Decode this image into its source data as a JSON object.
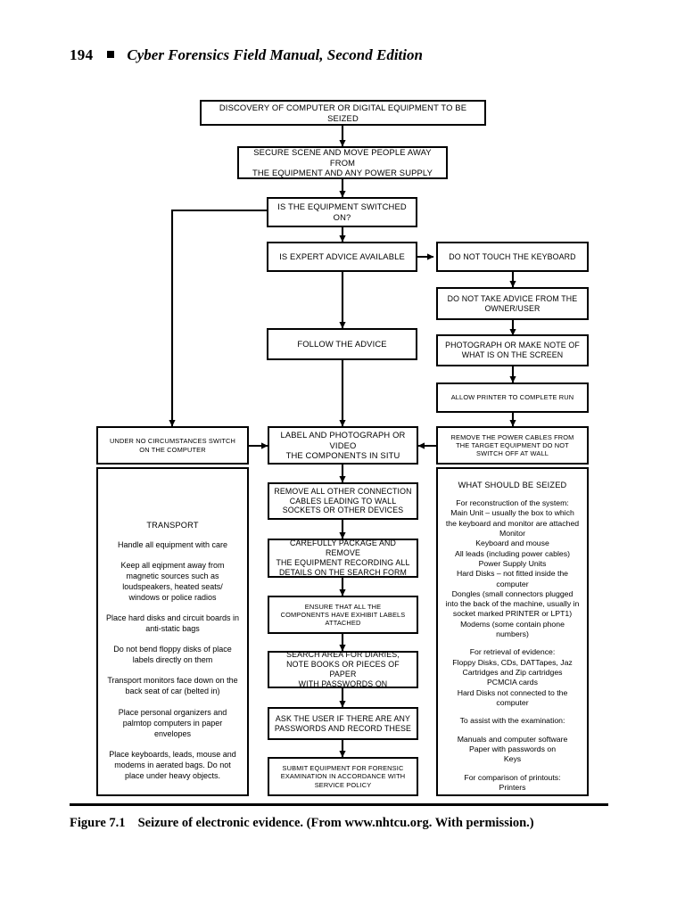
{
  "header": {
    "page_number": "194",
    "bullet": "square-bullet",
    "book_title": "Cyber Forensics Field Manual, Second Edition"
  },
  "caption": {
    "label": "Figure 7.1",
    "text": "Seizure of electronic evidence. (From www.nhtcu.org. With permission.)"
  },
  "chart_data": {
    "type": "flowchart",
    "title": "Seizure of electronic evidence",
    "nodes": [
      {
        "id": "discovery",
        "label": "DISCOVERY OF COMPUTER OR DIGITAL EQUIPMENT TO BE SEIZED"
      },
      {
        "id": "secure",
        "label": "SECURE SCENE AND MOVE PEOPLE AWAY FROM\nTHE EQUIPMENT AND ANY POWER SUPPLY"
      },
      {
        "id": "switched-on",
        "label": "IS THE EQUIPMENT SWITCHED ON?"
      },
      {
        "id": "expert-advice",
        "label": "IS EXPERT ADVICE AVAILABLE"
      },
      {
        "id": "follow-advice",
        "label": "FOLLOW  THE ADVICE"
      },
      {
        "id": "no-touch",
        "label": "DO NOT TOUCH THE KEYBOARD"
      },
      {
        "id": "no-owner",
        "label": "DO NOT TAKE ADVICE FROM THE\nOWNER/USER"
      },
      {
        "id": "photograph",
        "label": "PHOTOGRAPH OR MAKE NOTE OF\nWHAT IS ON THE SCREEN"
      },
      {
        "id": "printer",
        "label": "ALLOW PRINTER TO COMPLETE RUN"
      },
      {
        "id": "power-cables",
        "label": "REMOVE THE POWER CABLES FROM\nTHE TARGET EQUIPMENT DO NOT\nSWITCH OFF AT WALL"
      },
      {
        "id": "no-switch-on",
        "label": "UNDER NO CIRCUMSTANCES SWITCH\nON THE COMPUTER"
      },
      {
        "id": "label-photo",
        "label": "LABEL AND PHOTOGRAPH OR VIDEO\nTHE COMPONENTS IN SITU"
      },
      {
        "id": "remove-cables",
        "label": "REMOVE ALL OTHER CONNECTION\nCABLES LEADING TO WALL\nSOCKETS OR OTHER DEVICES"
      },
      {
        "id": "package",
        "label": "CAREFULLY PACKAGE AND REMOVE\nTHE EQUIPMENT RECORDING ALL\nDETAILS ON THE SEARCH FORM"
      },
      {
        "id": "exhibit-labels",
        "label": "ENSURE THAT ALL THE\nCOMPONENTS HAVE EXHIBIT LABELS\nATTACHED"
      },
      {
        "id": "search-area",
        "label": "SEARCH AREA FOR DIARIES,\nNOTE BOOKS OR PIECES OF PAPER\nWITH PASSWORDS ON"
      },
      {
        "id": "ask-user",
        "label": "ASK THE USER IF THERE ARE ANY\nPASSWORDS AND RECORD THESE"
      },
      {
        "id": "submit",
        "label": "SUBMIT EQUIPMENT FOR FORENSIC\nEXAMINATION IN ACCORDANCE WITH\nSERVICE POLICY"
      }
    ],
    "edges": [
      {
        "from": "discovery",
        "to": "secure"
      },
      {
        "from": "secure",
        "to": "switched-on"
      },
      {
        "from": "switched-on",
        "to": "expert-advice"
      },
      {
        "from": "switched-on",
        "to": "no-switch-on"
      },
      {
        "from": "expert-advice",
        "to": "follow-advice"
      },
      {
        "from": "expert-advice",
        "to": "no-touch"
      },
      {
        "from": "follow-advice",
        "to": "label-photo"
      },
      {
        "from": "no-touch",
        "to": "no-owner"
      },
      {
        "from": "no-owner",
        "to": "photograph"
      },
      {
        "from": "photograph",
        "to": "printer"
      },
      {
        "from": "printer",
        "to": "power-cables"
      },
      {
        "from": "no-switch-on",
        "to": "label-photo"
      },
      {
        "from": "power-cables",
        "to": "label-photo"
      },
      {
        "from": "label-photo",
        "to": "remove-cables"
      },
      {
        "from": "remove-cables",
        "to": "package"
      },
      {
        "from": "package",
        "to": "exhibit-labels"
      },
      {
        "from": "exhibit-labels",
        "to": "search-area"
      },
      {
        "from": "search-area",
        "to": "ask-user"
      },
      {
        "from": "ask-user",
        "to": "submit"
      }
    ]
  },
  "transport_panel": {
    "heading": "TRANSPORT",
    "groups": [
      "Handle all equipment with care",
      "Keep all eqipment away from\nmagnetic sources such as\nloudspeakers, heated seats/\nwindows or police radios",
      "Place hard disks and circuit boards in\nanti-static bags",
      "Do not bend floppy disks of place\nlabels directly on them",
      "Transport monitors face down on the\nback seat of car (belted in)",
      "Place personal organizers and\npalmtop computers in paper envelopes",
      "Place keyboards, leads, mouse and\nmodems in aerated bags. Do not\nplace under heavy objects."
    ]
  },
  "seized_panel": {
    "heading": "WHAT SHOULD BE SEIZED",
    "groups": [
      "For reconstruction of the system:\nMain Unit – usually the box to which\nthe keyboard and monitor are attached\nMonitor\nKeyboard and mouse\nAll leads (including power cables)\nPower Supply Units\nHard Disks – not fitted inside the\ncomputer\nDongles (small connectors plugged\ninto the back of the machine, usually in\nsocket marked PRINTER or LPT1)\nModems (some contain phone\nnumbers)",
      "For retrieval of evidence:\nFloppy Disks, CDs, DATTapes, Jaz\nCartridges and Zip cartridges\nPCMCIA cards\nHard Disks not connected to the\ncomputer",
      "To assist with the examination:",
      "Manuals and computer software\nPaper with passwords on\nKeys",
      "For comparison of printouts:\nPrinters\nPrintouts and Printer paper"
    ]
  }
}
